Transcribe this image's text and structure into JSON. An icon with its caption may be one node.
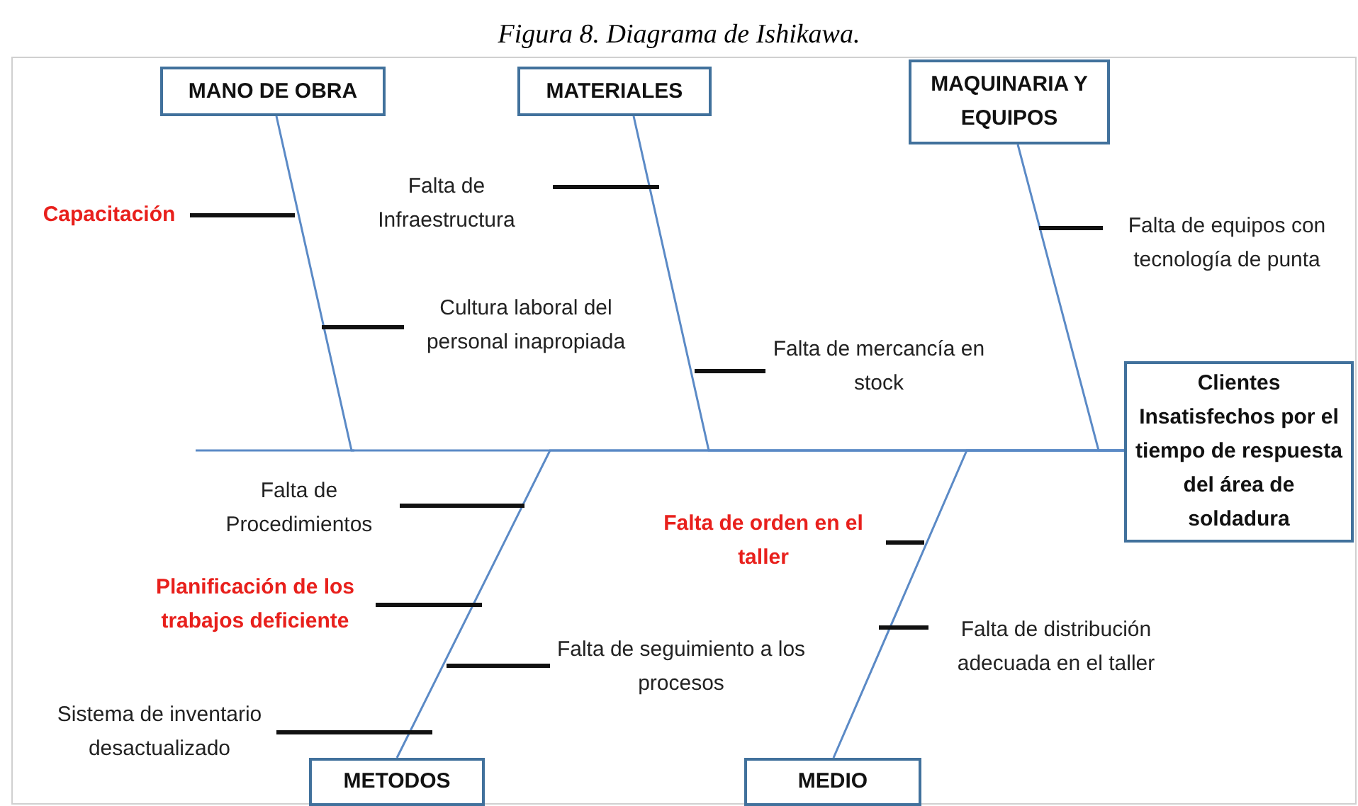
{
  "diagram": {
    "title": "Figura 8. Diagrama de Ishikawa.",
    "nodes": [
      {
        "text": [
          "MANO DE OBRA"
        ]
      },
      {
        "text": [
          "MATERIALES"
        ]
      },
      {
        "text": [
          "MAQUINARIA Y EQUIPOS"
        ]
      },
      {
        "text": [
          "Capacitación"
        ]
      },
      {
        "text": [
          "Falta de Infraestructura"
        ]
      },
      {
        "text": [
          "Cultura laboral del personal inapropiada"
        ]
      },
      {
        "text": [
          "Falta de mercancía en stock"
        ]
      },
      {
        "text": [
          "Falta de equipos con tecnología de punta"
        ]
      },
      {
        "text": [
          "Clientes Insatisfechos por el tiempo de respuesta del área de soldadura"
        ]
      },
      {
        "text": [
          "Falta de Procedimientos"
        ]
      },
      {
        "text": [
          "Planificación de los trabajos deficiente"
        ]
      },
      {
        "text": [
          "Falta de seguimiento a los procesos"
        ]
      },
      {
        "text": [
          "Sistema de inventario desactualizado"
        ]
      },
      {
        "text": [
          "Falta de orden en el taller"
        ]
      },
      {
        "text": [
          "Falta de distribución adecuada en el taller"
        ]
      },
      {
        "text": [
          "METODOS"
        ]
      },
      {
        "text": [
          "MEDIO"
        ]
      }
    ],
    "edges": [
      {
        "from": 0,
        "to": 8,
        "arrow": "none",
        "color": "#5b8ac6"
      },
      {
        "from": 1,
        "to": 8,
        "arrow": "none",
        "color": "#5b8ac6"
      },
      {
        "from": 2,
        "to": 8,
        "arrow": "none",
        "color": "#5b8ac6"
      },
      {
        "from": 15,
        "to": 8,
        "arrow": "none",
        "color": "#5b8ac6"
      },
      {
        "from": 16,
        "to": 8,
        "arrow": "none",
        "color": "#5b8ac6"
      },
      {
        "from": 3,
        "to": null,
        "arrow": "none"
      },
      {
        "from": 4,
        "to": null,
        "arrow": "none"
      },
      {
        "from": 5,
        "to": null,
        "arrow": "none"
      },
      {
        "from": 6,
        "to": null,
        "arrow": "none"
      },
      {
        "from": 7,
        "to": null,
        "arrow": "none"
      },
      {
        "from": 9,
        "to": null,
        "arrow": "none"
      },
      {
        "from": 10,
        "to": null,
        "arrow": "none"
      },
      {
        "from": 11,
        "to": null,
        "arrow": "none"
      },
      {
        "from": 12,
        "to": null,
        "arrow": "none"
      },
      {
        "from": 13,
        "to": null,
        "arrow": "none"
      },
      {
        "from": 14,
        "to": null,
        "arrow": "none"
      }
    ]
  }
}
